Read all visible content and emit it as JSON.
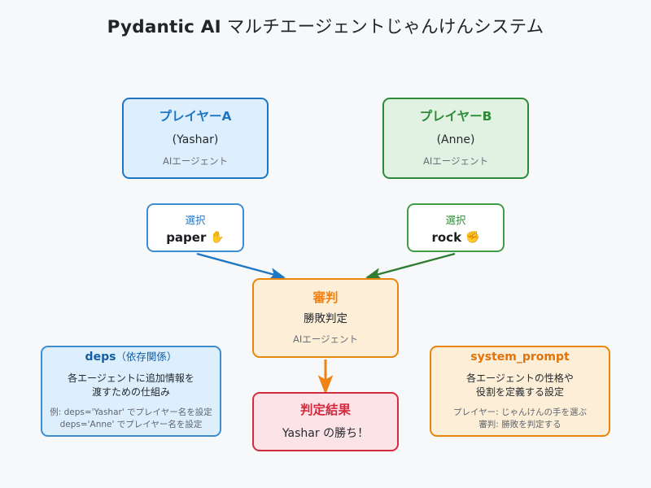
{
  "header": {
    "title_bold": "Pydantic AI",
    "title_rest": " マルチエージェントじゃんけんシステム"
  },
  "nodes": {
    "player_a": {
      "title": "プレイヤーA",
      "subtitle": "(Yashar)",
      "meta": "AIエージェント",
      "accent": "#1f77c4",
      "fill": "#ddeefc"
    },
    "player_b": {
      "title": "プレイヤーB",
      "subtitle": "(Anne)",
      "meta": "AIエージェント",
      "accent": "#2e8b38",
      "fill": "#e2f2e2"
    },
    "choice_a": {
      "label": "選択",
      "value": "paper",
      "icon": "raised-hand-icon",
      "glyph": "✋",
      "accent": "#3d8ed0"
    },
    "choice_b": {
      "label": "選択",
      "value": "rock",
      "icon": "raised-fist-icon",
      "glyph": "✊",
      "accent": "#3f9c47"
    },
    "judge": {
      "title": "審判",
      "subtitle": "勝敗判定",
      "meta": "AIエージェント",
      "accent": "#e8870b",
      "fill": "#fdeed8"
    },
    "result": {
      "title": "判定結果",
      "subtitle": "Yashar の勝ち！",
      "accent": "#d52b3f",
      "fill": "#fbe3e8"
    }
  },
  "info_boxes": {
    "deps": {
      "title_main": "deps",
      "title_sub": "（依存関係）",
      "body_line1": "各エージェントに追加情報を",
      "body_line2": "渡すための仕組み",
      "note_line1": "例: deps='Yashar' でプレイヤー名を設定",
      "note_line2": "deps='Anne' でプレイヤー名を設定",
      "accent": "#1260a8"
    },
    "system_prompt": {
      "title_main": "system_prompt",
      "title_sub": "",
      "body_line1": "各エージェントの性格や",
      "body_line2": "役割を定義する設定",
      "note_line1": "プレイヤー: じゃんけんの手を選ぶ",
      "note_line2": "審判: 勝敗を判定する",
      "accent": "#e2730a"
    }
  },
  "connectors": [
    {
      "name": "choice-a-to-judge",
      "color": "#1f77c4"
    },
    {
      "name": "choice-b-to-judge",
      "color": "#2e7d32"
    },
    {
      "name": "judge-to-result",
      "color": "#f08313"
    }
  ],
  "canvas": {
    "background": "#f7f8fa"
  }
}
